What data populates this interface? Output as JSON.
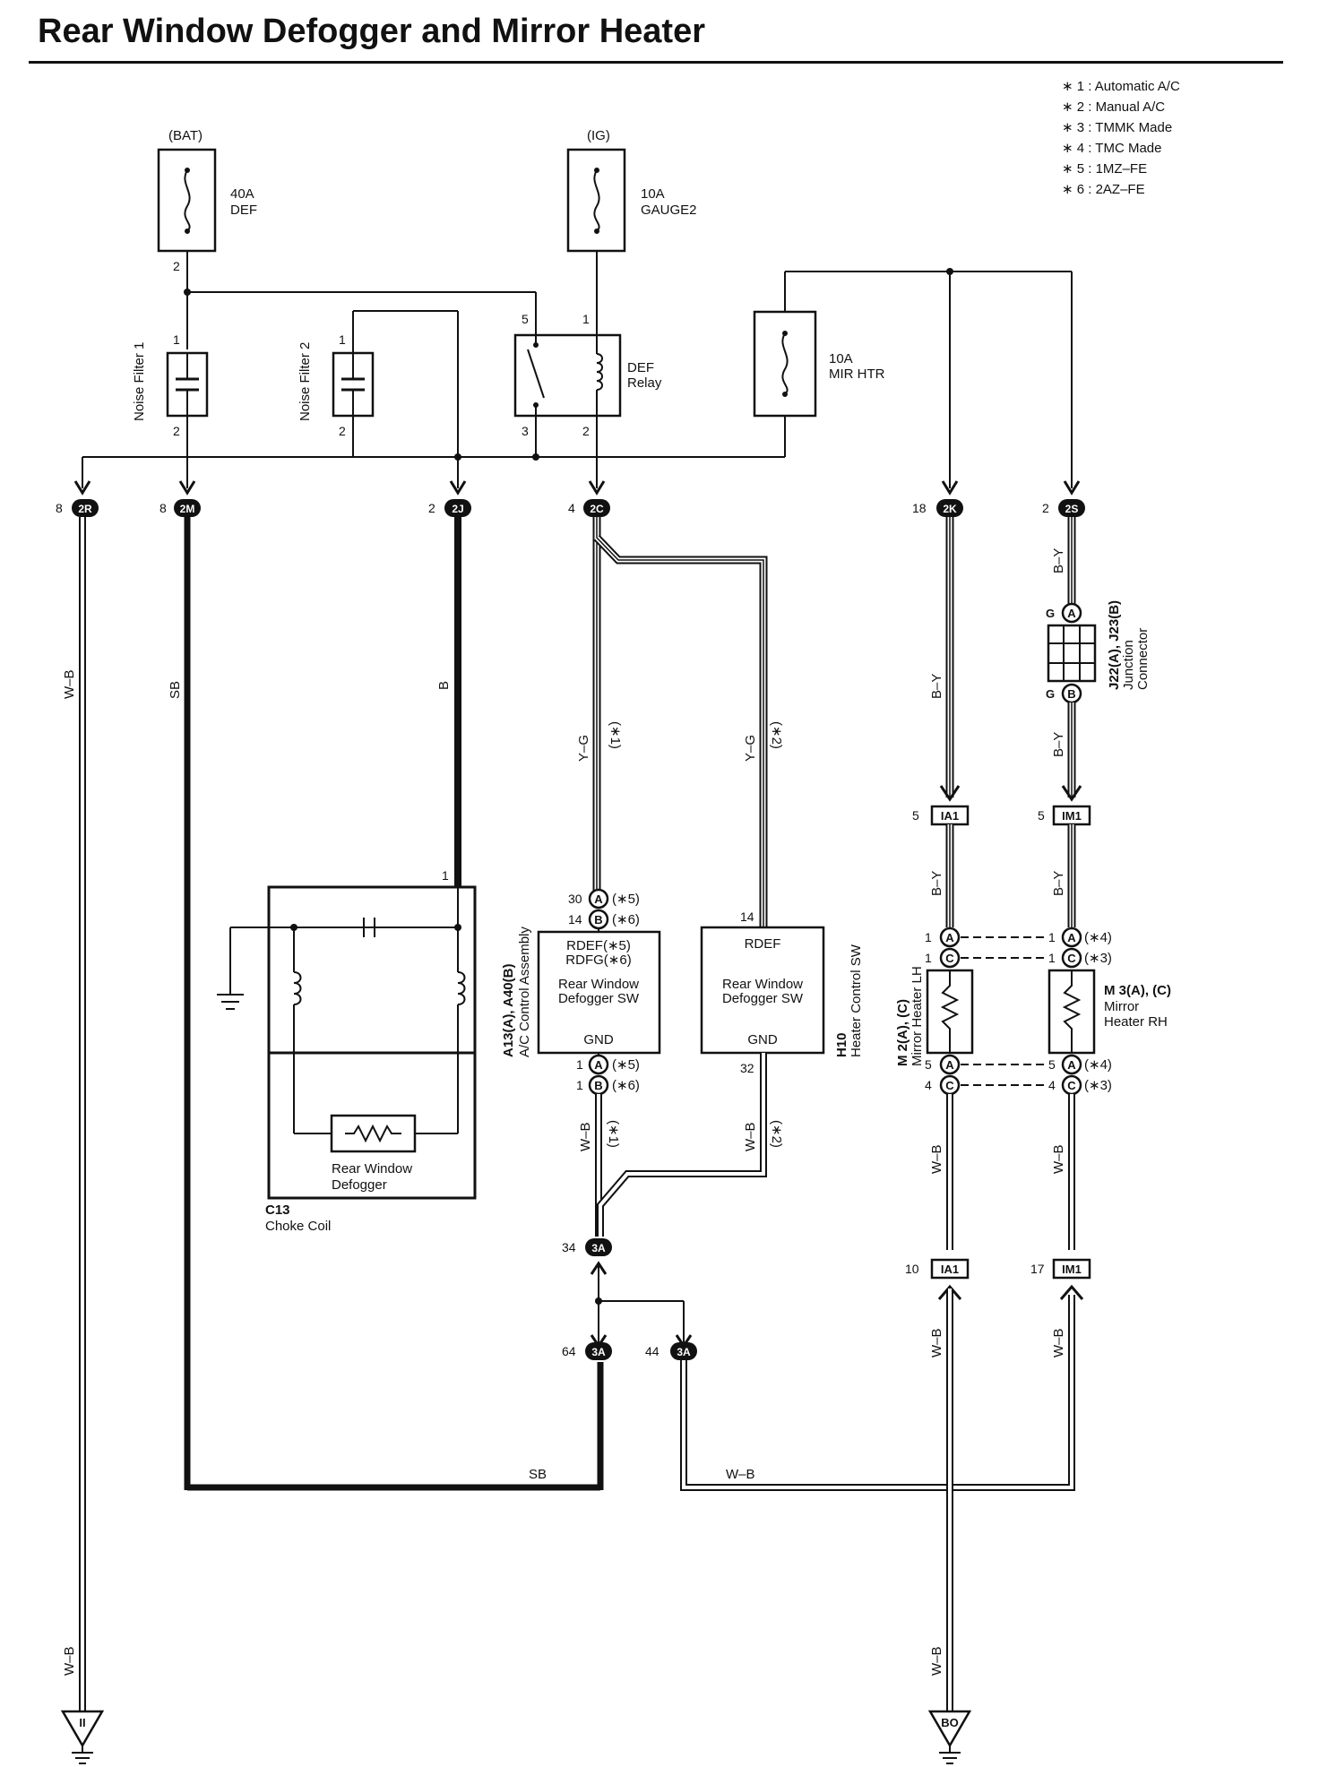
{
  "title": "Rear Window Defogger and Mirror Heater",
  "notes": [
    "∗ 1 : Automatic A/C",
    "∗ 2 : Manual A/C",
    "∗ 3 : TMMK Made",
    "∗ 4 : TMC Made",
    "∗ 5 : 1MZ–FE",
    "∗ 6 : 2AZ–FE"
  ],
  "sources": {
    "bat": "(BAT)",
    "ig": "(IG)"
  },
  "fuses": {
    "def": {
      "amp": "40A",
      "name": "DEF"
    },
    "gauge2": {
      "amp": "10A",
      "name": "GAUGE2"
    },
    "mirhtr": {
      "amp": "10A",
      "name": "MIR HTR"
    }
  },
  "noise_filter_1": "Noise Filter 1",
  "noise_filter_2": "Noise Filter 2",
  "def_relay": [
    "DEF",
    "Relay"
  ],
  "connectors": {
    "c2R": "2R",
    "c2M": "2M",
    "c2J": "2J",
    "c2C": "2C",
    "c2K": "2K",
    "c2S": "2S",
    "cIA1": "IA1",
    "cIM1": "IM1",
    "c3A": "3A",
    "A": "A",
    "B": "B",
    "C": "C",
    "G": "G"
  },
  "pins": {
    "p1": "1",
    "p2": "2",
    "p3": "3",
    "p4": "4",
    "p5": "5",
    "p8": "8",
    "p10": "10",
    "p14": "14",
    "p17": "17",
    "p18": "18",
    "p30": "30",
    "p32": "32",
    "p34": "34",
    "p44": "44",
    "p64": "64"
  },
  "wires": {
    "wb": "W–B",
    "sb": "SB",
    "b": "B",
    "yg": "Y–G",
    "by": "B–Y"
  },
  "refs": {
    "r1": "(∗1)",
    "r2": "(∗2)",
    "r3": "(∗3)",
    "r4": "(∗4)",
    "r5": "(∗5)",
    "r6": "(∗6)"
  },
  "ac_control": {
    "code": "A13(A), A40(B)",
    "name": "A/C Control Assembly",
    "rdef": "RDEF(∗5)",
    "rdfg": "RDFG(∗6)",
    "sw": [
      "Rear Window",
      "Defogger SW"
    ],
    "gnd": "GND"
  },
  "heater_control": {
    "code": "H10",
    "name": "Heater Control SW",
    "rdef": "RDEF",
    "sw": [
      "Rear Window",
      "Defogger SW"
    ],
    "gnd": "GND"
  },
  "choke": {
    "code": "C13",
    "name": "Choke Coil",
    "defogger": [
      "Rear Window",
      "Defogger"
    ]
  },
  "mirror_lh": {
    "code": "M 2(A), (C)",
    "name": "Mirror Heater LH"
  },
  "mirror_rh": {
    "code": "M 3(A), (C)",
    "name": [
      "Mirror",
      "Heater RH"
    ]
  },
  "junction": {
    "code": "J22(A), J23(B)",
    "name": [
      "Junction",
      "Connector"
    ]
  },
  "grounds": {
    "g1": "II",
    "g2": "BO"
  }
}
